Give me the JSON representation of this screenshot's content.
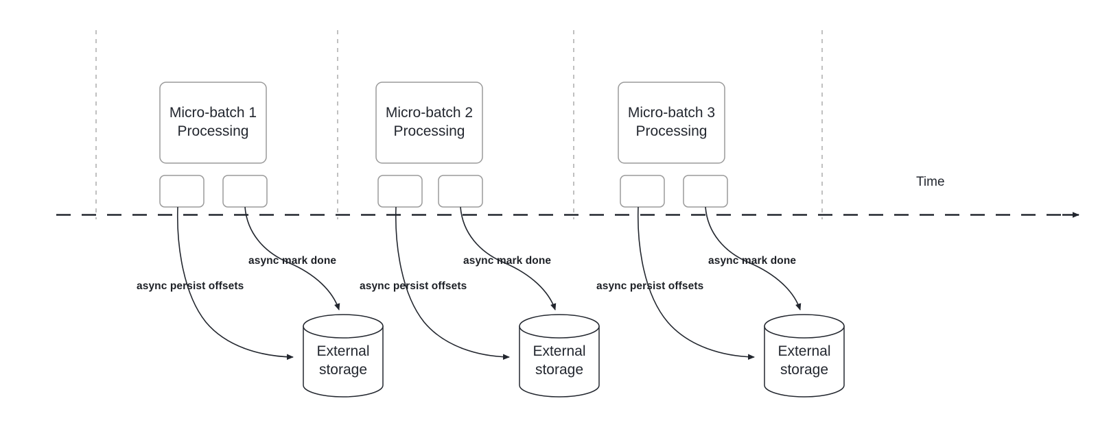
{
  "diagram": {
    "title": "Micro-batch asynchronous offset persistence timeline",
    "background": "#ffffff",
    "stroke_color": "#8d8d8d",
    "arrow_color": "#22262e",
    "text_color": "#23272f",
    "timeline": {
      "axis_label": "Time",
      "style": "dashed",
      "direction": "left-to-right"
    },
    "tick_count": 4
  },
  "groups": [
    {
      "id": "group-1",
      "batch_label": "Micro-batch 1\nProcessing",
      "task_boxes": [
        "",
        ""
      ],
      "storage_label": "External\nstorage",
      "edges": [
        {
          "id": "persist-1",
          "label": "async persist offsets",
          "from": "task-box-left",
          "to": "external-storage-side"
        },
        {
          "id": "markdone-1",
          "label": "async mark done",
          "from": "task-box-right",
          "to": "external-storage-top"
        }
      ]
    },
    {
      "id": "group-2",
      "batch_label": "Micro-batch 2\nProcessing",
      "task_boxes": [
        "",
        ""
      ],
      "storage_label": "External\nstorage",
      "edges": [
        {
          "id": "persist-2",
          "label": "async persist offsets",
          "from": "task-box-left",
          "to": "external-storage-side"
        },
        {
          "id": "markdone-2",
          "label": "async mark done",
          "from": "task-box-right",
          "to": "external-storage-top"
        }
      ]
    },
    {
      "id": "group-3",
      "batch_label": "Micro-batch 3\nProcessing",
      "task_boxes": [
        "",
        ""
      ],
      "storage_label": "External\nstorage",
      "edges": [
        {
          "id": "persist-3",
          "label": "async persist offsets",
          "from": "task-box-left",
          "to": "external-storage-side"
        },
        {
          "id": "markdone-3",
          "label": "async mark done",
          "from": "task-box-right",
          "to": "external-storage-top"
        }
      ]
    }
  ]
}
